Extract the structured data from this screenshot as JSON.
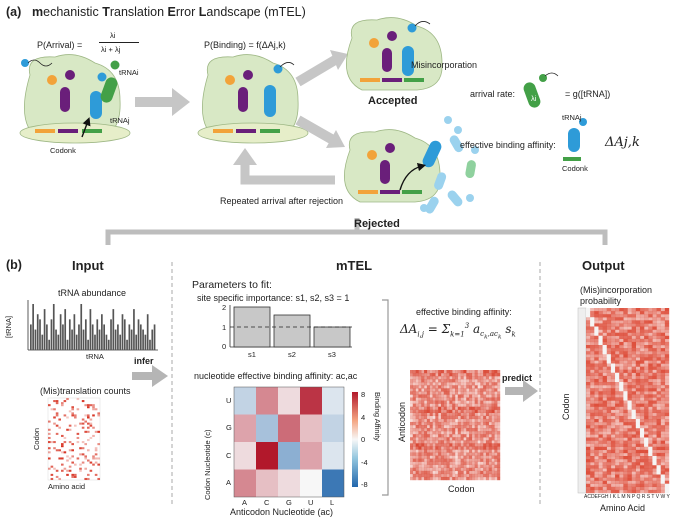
{
  "panel_a": {
    "label": "(a)",
    "title_parts": [
      {
        "t": "m",
        "b": true
      },
      {
        "t": "echanistic ",
        "b": false
      },
      {
        "t": "T",
        "b": true
      },
      {
        "t": "ranslation ",
        "b": false
      },
      {
        "t": "E",
        "b": true
      },
      {
        "t": "rror ",
        "b": false
      },
      {
        "t": "L",
        "b": true
      },
      {
        "t": "andscape (mTEL)",
        "b": false
      }
    ],
    "p_arrival": "P(Arrival) =",
    "p_arrival_num": "λi",
    "p_arrival_den": "λi + λj",
    "p_binding": "P(Binding) = f(ΔAj,k)",
    "trna_i": "tRNAi",
    "trna_j": "tRNAj",
    "codon_k": "Codonk",
    "misincorporation": "Misincorporation",
    "accepted": "Accepted",
    "rejected": "Rejected",
    "repeated": "Repeated arrival after rejection",
    "arrival_rate": "arrival rate:",
    "arrival_rate_eq": "= g([tRNA])",
    "lambda_i": "λi",
    "legend_trna": "tRNAj",
    "legend_codon": "Codonk",
    "binding_affinity": "effective binding affinity:",
    "delta_a": "ΔAj,k"
  },
  "panel_b": {
    "label": "(b)",
    "input_title": "Input",
    "mtel_title": "mTEL",
    "output_title": "Output",
    "trna_abundance": "tRNA abundance",
    "trna_axis_y": "[tRNA]",
    "trna_axis_x": "tRNA",
    "mistranslation_counts": "(Mis)translation counts",
    "codon_label": "Codon",
    "amino_acid_label": "Amino acid",
    "infer": "infer",
    "params_to_fit": "Parameters to fit:",
    "site_importance": "site specific importance: s1, s2, s3 = 1",
    "nucleotide_affinity": "nucleotide effective binding affinity: ac,ac",
    "codon_nucleotide": "Codon Nucleotide (c)",
    "anticodon_nucleotide": "Anticodon Nucleotide (ac)",
    "binding_affinity_cb": "Binding Affinity",
    "eba_label": "effective binding affinity:",
    "anticodon": "Anticodon",
    "codon": "Codon",
    "predict": "predict",
    "misincorporation_prob": "(Mis)incorporation probability",
    "out_codon": "Codon",
    "out_amino_acid": "Amino Acid",
    "out_aa_ticks": "ACDEFGH I K L M N P Q R S T V W Y"
  },
  "chart_data": [
    {
      "type": "bar",
      "title": "site specific importance: s1, s2, s3 = 1",
      "categories": [
        "s1",
        "s2",
        "s3"
      ],
      "values": [
        2.0,
        1.6,
        1.0
      ],
      "ylim": [
        0,
        2
      ],
      "yticks": [
        "0",
        "1",
        "2"
      ],
      "reference_line": 1
    },
    {
      "type": "heatmap",
      "title": "nucleotide effective binding affinity: ac,ac",
      "xlabel": "Anticodon Nucleotide (ac)",
      "ylabel": "Codon Nucleotide (c)",
      "x_categories": [
        "A",
        "C",
        "G",
        "U",
        "L"
      ],
      "y_categories": [
        "U",
        "G",
        "C",
        "A"
      ],
      "values": [
        [
          -2,
          4,
          1,
          7,
          -1
        ],
        [
          3,
          -3,
          5,
          2,
          -2
        ],
        [
          1,
          8,
          -4,
          3,
          -1
        ],
        [
          4,
          2,
          1,
          0,
          -7
        ]
      ],
      "colorbar": {
        "label": "Binding Affinity",
        "ticks": [
          "8",
          "4",
          "0",
          "-4",
          "-8"
        ],
        "range": [
          -8,
          8
        ]
      }
    },
    {
      "type": "bar",
      "title": "tRNA abundance",
      "xlabel": "tRNA",
      "ylabel": "[tRNA]",
      "values": [
        5,
        9,
        4,
        7,
        6,
        3,
        8,
        5,
        2,
        6,
        9,
        4,
        3,
        7,
        5,
        8,
        2,
        6,
        4,
        7,
        3,
        5,
        9,
        4,
        6,
        2,
        8,
        5,
        3,
        6,
        4,
        7,
        5,
        3,
        2,
        6,
        8,
        4,
        5,
        3,
        7,
        6,
        2,
        5,
        4,
        8,
        3,
        6,
        5,
        4,
        3,
        7,
        2,
        4,
        5
      ]
    }
  ],
  "colors": {
    "ribosome": "#d5e6c1",
    "ribosome_base": "#e8efcc",
    "purple": "#6a1f7a",
    "blue": "#2e9bd8",
    "green": "#43a047",
    "orange": "#f2a33a",
    "arrow_gray": "#c6c6c6",
    "heat_red": "#d7301f",
    "heat_blue": "#3a62b0"
  }
}
